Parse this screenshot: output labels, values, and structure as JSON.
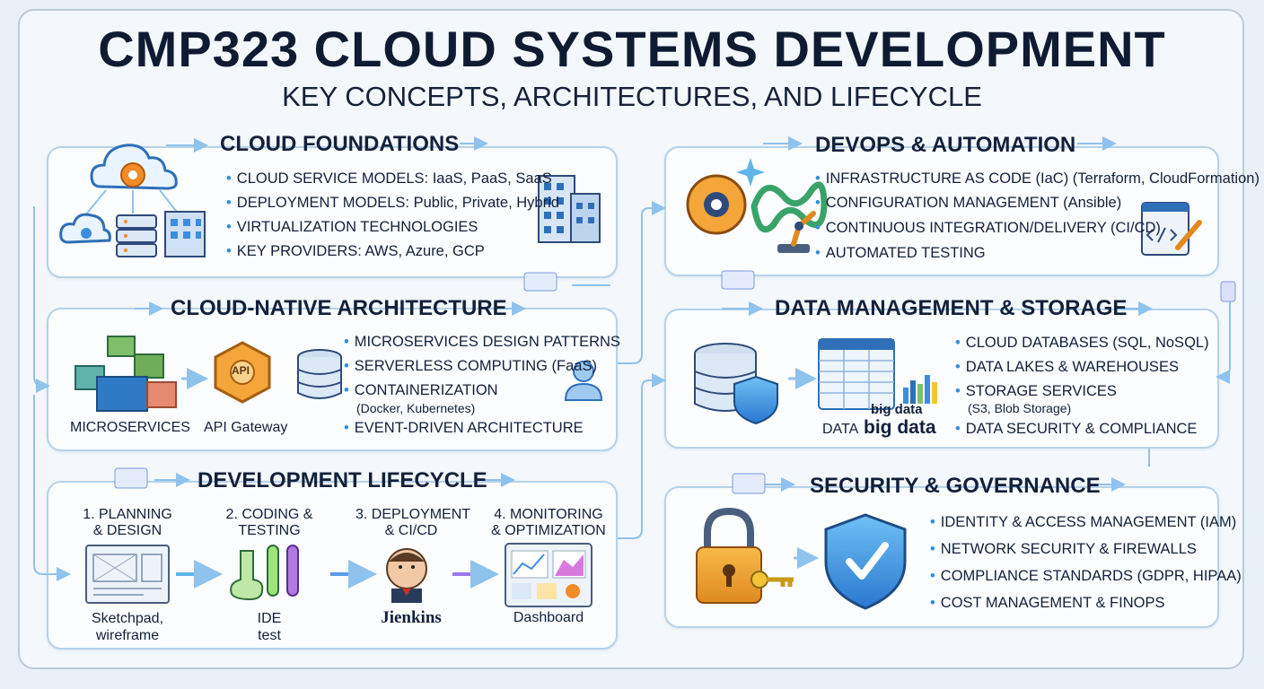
{
  "header": {
    "title": "CMP323 CLOUD SYSTEMS DEVELOPMENT",
    "subtitle": "KEY CONCEPTS, ARCHITECTURES, AND LIFECYCLE"
  },
  "cloud_foundations": {
    "title": "CLOUD FOUNDATIONS",
    "items": [
      "CLOUD SERVICE MODELS: IaaS, PaaS, SaaS",
      "DEPLOYMENT MODELS: Public, Private, Hybrid",
      "VIRTUALIZATION TECHNOLOGIES",
      "KEY PROVIDERS: AWS, Azure, GCP"
    ]
  },
  "cloud_native": {
    "title": "CLOUD-NATIVE ARCHITECTURE",
    "items": [
      "MICROSERVICES DESIGN PATTERNS",
      "SERVERLESS COMPUTING (FaaS)",
      "CONTAINERIZATION",
      "EVENT-DRIVEN ARCHITECTURE"
    ],
    "containerization_sub": "(Docker, Kubernetes)",
    "microservices_label": "MICROSERVICES",
    "gateway_label": "API Gateway",
    "api_text": "API"
  },
  "dev_lifecycle": {
    "title": "DEVELOPMENT LIFECYCLE",
    "stages": [
      {
        "line1": "1. PLANNING",
        "line2": "& DESIGN",
        "cap1": "Sketchpad,",
        "cap2": "wireframe"
      },
      {
        "line1": "2. CODING &",
        "line2": "TESTING",
        "cap1": "IDE",
        "cap2": "test"
      },
      {
        "line1": "3. DEPLOYMENT",
        "line2": "& CI/CD",
        "cap1": "Jienkins",
        "cap2": ""
      },
      {
        "line1": "4. MONITORING",
        "line2": "& OPTIMIZATION",
        "cap1": "Dashboard",
        "cap2": ""
      }
    ]
  },
  "devops": {
    "title": "DEVOPS & AUTOMATION",
    "items": [
      "INFRASTRUCTURE AS CODE (IaC) (Terraform, CloudFormation)",
      "CONFIGURATION MANAGEMENT (Ansible)",
      "CONTINUOUS INTEGRATION/DELIVERY (CI/CD)",
      "AUTOMATED TESTING"
    ]
  },
  "data_mgmt": {
    "title": "DATA MANAGEMENT & STORAGE",
    "items": [
      "CLOUD DATABASES (SQL, NoSQL)",
      "DATA LAKES & WAREHOUSES",
      "STORAGE SERVICES",
      "DATA SECURITY & COMPLIANCE"
    ],
    "storage_sub": "(S3, Blob Storage)",
    "data_label": "DATA",
    "big_data_label": "big data",
    "big_data_small": "big data"
  },
  "security": {
    "title": "SECURITY & GOVERNANCE",
    "items": [
      "IDENTITY & ACCESS MANAGEMENT (IAM)",
      "NETWORK SECURITY & FIREWALLS",
      "COMPLIANCE STANDARDS (GDPR, HIPAA)",
      "COST MANAGEMENT & FINOPS"
    ]
  },
  "colors": {
    "accent_blue": "#2f8de0",
    "connector": "#8fc2ec",
    "panel_border": "#b6d2ea",
    "title_dark": "#0f1b33"
  }
}
